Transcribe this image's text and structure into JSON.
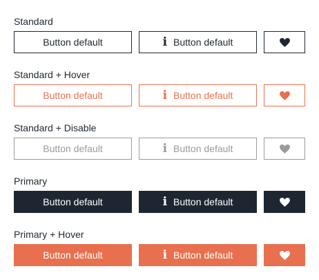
{
  "colors": {
    "navy": "#1e2731",
    "accent": "#e8704f",
    "disabled_gray": "#9a9a9a",
    "background": "#ffffff"
  },
  "sections": [
    {
      "label": "Standard",
      "text_button": "Button default",
      "icon_button": "Button default",
      "icon_button_icon": "info-icon",
      "icon_only_button_icon": "heart-icon"
    },
    {
      "label": "Standard + Hover",
      "text_button": "Button default",
      "icon_button": "Button default",
      "icon_button_icon": "info-icon",
      "icon_only_button_icon": "heart-icon"
    },
    {
      "label": "Standard + Disable",
      "text_button": "Button default",
      "icon_button": "Button default",
      "icon_button_icon": "info-icon",
      "icon_only_button_icon": "heart-icon"
    },
    {
      "label": "Primary",
      "text_button": "Button default",
      "icon_button": "Button default",
      "icon_button_icon": "info-icon",
      "icon_only_button_icon": "heart-icon"
    },
    {
      "label": "Primary + Hover",
      "text_button": "Button default",
      "icon_button": "Button default",
      "icon_button_icon": "info-icon",
      "icon_only_button_icon": "heart-icon"
    }
  ],
  "info_glyph": "i"
}
